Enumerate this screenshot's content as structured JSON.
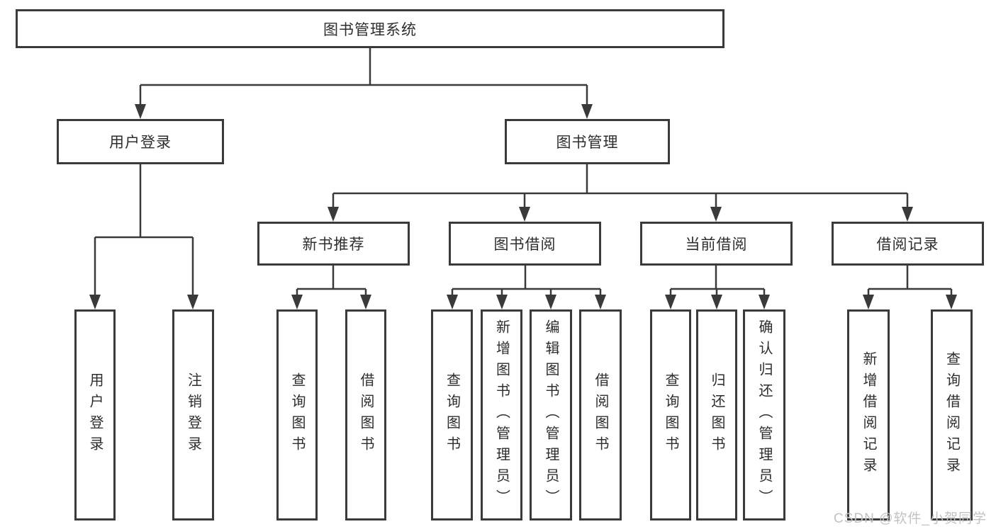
{
  "tree": {
    "root": {
      "label": "图书管理系统"
    },
    "level2": [
      {
        "label": "用户登录"
      },
      {
        "label": "图书管理"
      }
    ],
    "level3": [
      {
        "label": "新书推荐"
      },
      {
        "label": "图书借阅"
      },
      {
        "label": "当前借阅"
      },
      {
        "label": "借阅记录"
      }
    ],
    "leaves": {
      "user_login": [
        {
          "label": "用户登录"
        },
        {
          "label": "注销登录"
        }
      ],
      "new_books": [
        {
          "label": "查询图书"
        },
        {
          "label": "借阅图书"
        }
      ],
      "book_borrow": [
        {
          "label": "查询图书"
        },
        {
          "label": "新增图书（管理员）"
        },
        {
          "label": "编辑图书（管理员）"
        },
        {
          "label": "借阅图书"
        }
      ],
      "current_borrow": [
        {
          "label": "查询图书"
        },
        {
          "label": "归还图书"
        },
        {
          "label": "确认归还（管理员）"
        }
      ],
      "borrow_records": [
        {
          "label": "新增借阅记录"
        },
        {
          "label": "查询借阅记录"
        }
      ]
    }
  },
  "watermark": {
    "text": "CSDN @软件_小贺同学"
  },
  "colors": {
    "line": "#3a3a3a",
    "border": "#3a3a3a",
    "text": "#2d2d2d",
    "watermark": "#c2c2c2",
    "background": "#ffffff"
  }
}
